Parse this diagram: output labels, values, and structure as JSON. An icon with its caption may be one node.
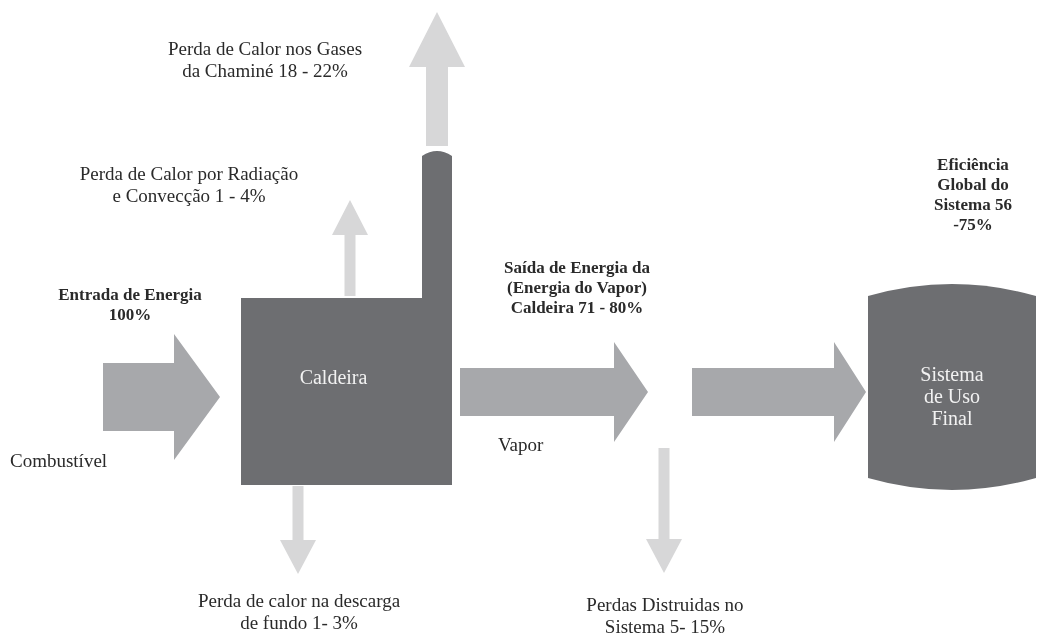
{
  "diagram": {
    "nodes": [
      {
        "text": [
          "Perda de Calor nos Gases da Chaminé 18 - 22%"
        ]
      },
      {
        "text": [
          "Perda de Calor por Radiação e Convecção 1 - 4%"
        ]
      },
      {
        "text": [
          "Caldeira"
        ]
      },
      {
        "text": [
          "Sistema de Uso Final"
        ]
      },
      {
        "text": [
          "Perda de calor na descarga de fundo 1- 3%"
        ]
      },
      {
        "text": [
          "Perdas Distruidas no Sistema 5- 15%"
        ]
      }
    ],
    "edges": [
      {
        "from": null,
        "to": 2,
        "arrow": "to",
        "color": "#a7a8ab"
      },
      {
        "from": 2,
        "to": 0,
        "arrow": "to"
      },
      {
        "from": 2,
        "to": 1,
        "arrow": "to"
      },
      {
        "from": 2,
        "to": 4,
        "arrow": "to"
      },
      {
        "from": 2,
        "to": null,
        "arrow": "to",
        "color": "#a7a8ab"
      },
      {
        "from": null,
        "to": 3,
        "arrow": "to",
        "color": "#a7a8ab"
      },
      {
        "from": null,
        "to": 5,
        "arrow": "to"
      }
    ],
    "labels": [
      "Eficiência Global do Sistema 56 -75%",
      "Entrada de Energia 100%",
      "Saída de Energia da (Energia do Vapor) Caldeira 71 - 80%",
      "Combustível",
      "Vapor"
    ]
  }
}
